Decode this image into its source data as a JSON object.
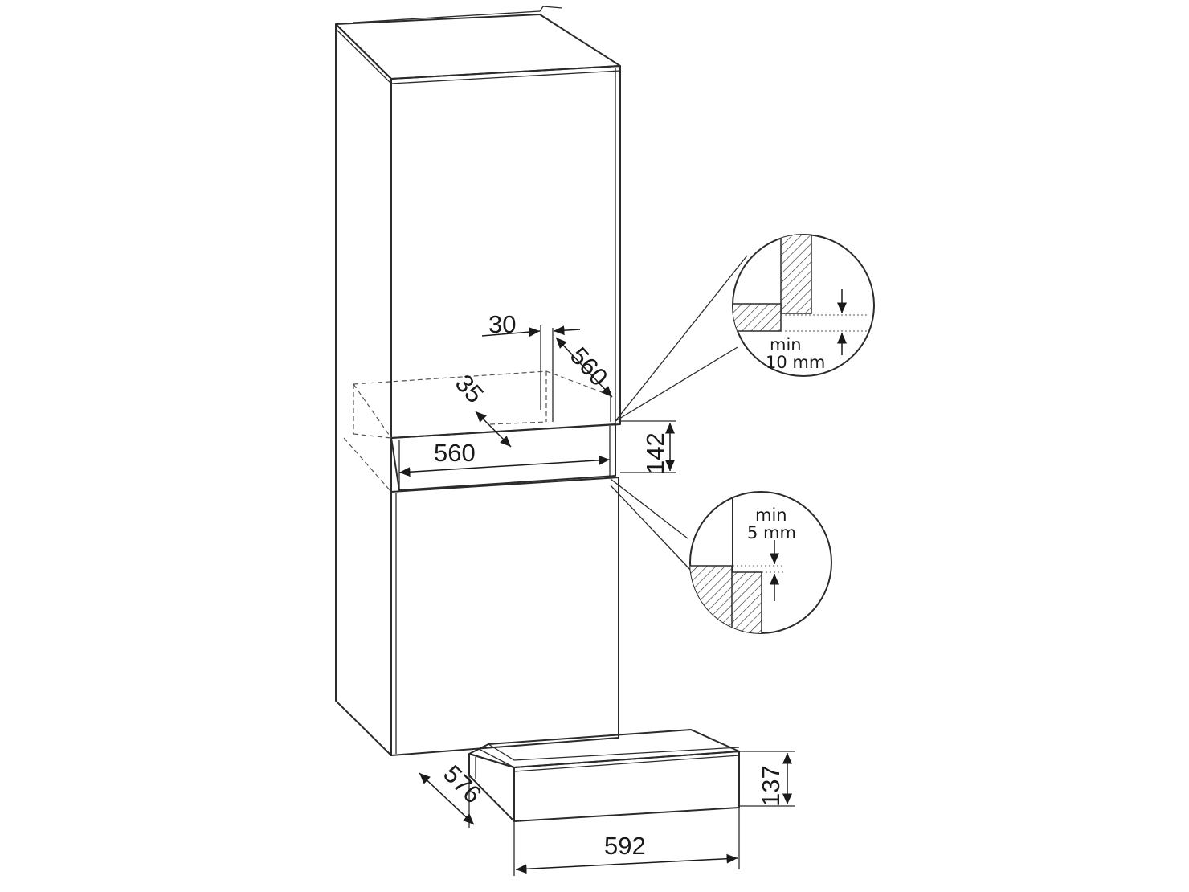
{
  "dimensions": {
    "niche_depth": "560",
    "gap_30": "30",
    "offset_35": "35",
    "niche_width": "560",
    "niche_height": "142",
    "drawer_depth": "576",
    "drawer_width": "592",
    "drawer_height": "137"
  },
  "details": {
    "top_min": "min",
    "top_value": "10 mm",
    "bottom_min": "min",
    "bottom_value": "5 mm"
  }
}
